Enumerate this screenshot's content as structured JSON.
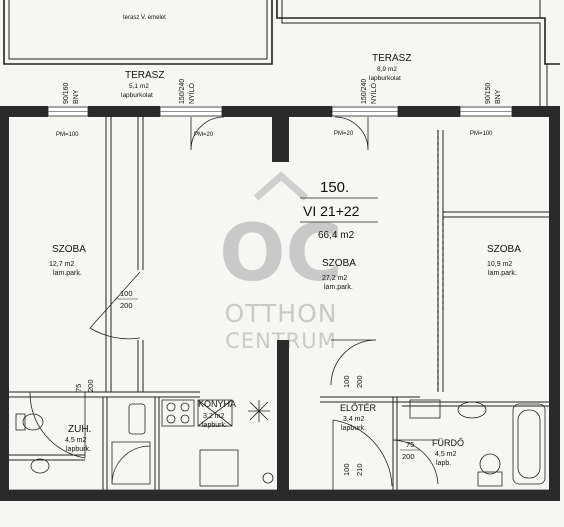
{
  "header": {
    "top_note": "terasz V. emelet"
  },
  "apartment": {
    "number": "150.",
    "code": "VI 21+22",
    "total_area": "66,4 m2"
  },
  "rooms": {
    "terasz_left": {
      "name": "TERASZ",
      "area": "5,1 m2",
      "floor": "lapburkolat"
    },
    "terasz_right": {
      "name": "TERASZ",
      "area": "8,9 m2",
      "floor": "lapburkolat"
    },
    "szoba_left": {
      "name": "SZOBA",
      "area": "12,7 m2",
      "floor": "lam.park."
    },
    "szoba_center": {
      "name": "SZOBA",
      "area": "27,2 m2",
      "floor": "lam.park."
    },
    "szoba_right": {
      "name": "SZOBA",
      "area": "10,9 m2",
      "floor": "lam.park."
    },
    "zuh": {
      "name": "ZUH.",
      "area": "4,5 m2",
      "floor": "lapburk."
    },
    "konyha": {
      "name": "KONYHA",
      "area": "3,2 m2",
      "floor": "lapburk."
    },
    "eloter": {
      "name": "ELŐTÉR",
      "area": "3,4 m2",
      "floor": "lapburk."
    },
    "furdo": {
      "name": "FÜRDŐ",
      "area": "4,5 m2",
      "floor": "lapb."
    }
  },
  "openings": {
    "w1": "90/160",
    "w1b": "BNY",
    "w2": "150/240",
    "w2b": "NYÍLÓ",
    "w3": "150/240",
    "w3b": "NYÍLÓ",
    "w4": "90/150",
    "w4b": "BNY",
    "pm1": "PM=100",
    "pm2": "PM=20",
    "pm3": "PM=20",
    "pm4": "PM=100",
    "d_szoba_a": "100",
    "d_szoba_b": "200",
    "d_zuh_a": "75",
    "d_zuh_b": "200",
    "d_eloter_a": "100",
    "d_eloter_b": "200",
    "d_entry_a": "100",
    "d_entry_b": "210",
    "d_furdo_a": "75",
    "d_furdo_b": "200"
  },
  "watermark": {
    "logo": "OC",
    "line1": "OTTHON",
    "line2": "CENTRUM"
  }
}
